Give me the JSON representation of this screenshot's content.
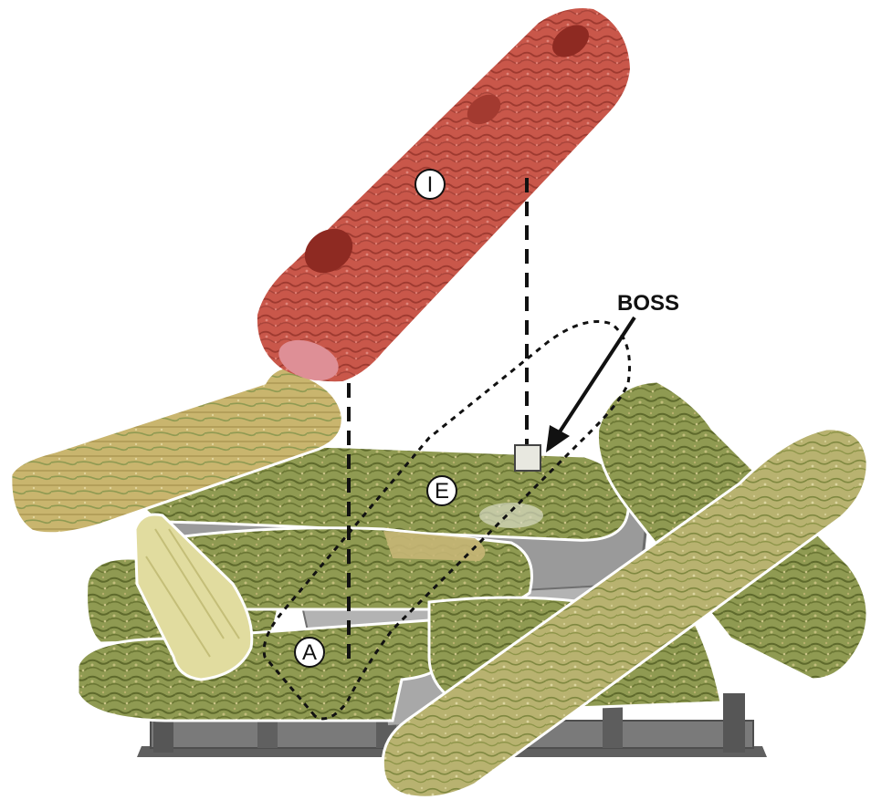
{
  "diagram": {
    "callouts": {
      "log_i": "I",
      "log_e": "E",
      "log_a": "A"
    },
    "boss_label": "BOSS",
    "colors": {
      "red_log": "#c9574a",
      "red_log_dark": "#8e2a22",
      "green_log": "#8f9a52",
      "green_log_light": "#c2bd7c",
      "olive_dark": "#5e6a2c",
      "grate": "#6d6d6d",
      "burner": "#8a8a8a",
      "outline": "#ffffff",
      "annotation": "#111111"
    },
    "icons": {
      "badge": "circle-letter",
      "pointer": "arrow",
      "guide": "dashed-line",
      "outline": "dotted-loop"
    }
  }
}
